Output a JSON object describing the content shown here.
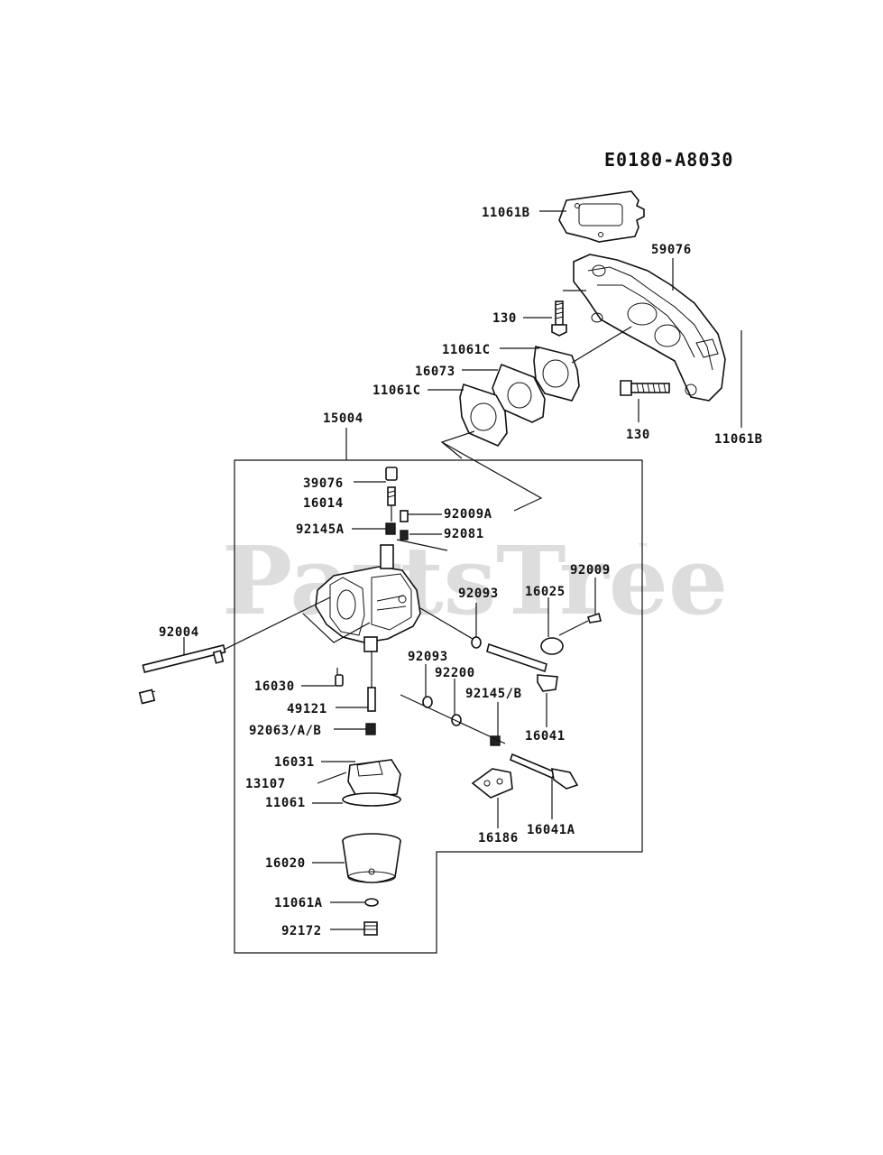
{
  "diagram_code": "E0180-A8030",
  "watermark": {
    "text": "PartsTree",
    "trademark": "™"
  },
  "parts": {
    "p11061B_top": "11061B",
    "p59076": "59076",
    "p130_top": "130",
    "p11061C_a": "11061C",
    "p16073": "16073",
    "p11061C_b": "11061C",
    "p130_bottom": "130",
    "p11061B_right": "11061B",
    "p15004": "15004",
    "p39076": "39076",
    "p16014": "16014",
    "p92009A": "92009A",
    "p92145A": "92145A",
    "p92081": "92081",
    "p92009": "92009",
    "p92093_a": "92093",
    "p16025": "16025",
    "p92004": "92004",
    "p92093_b": "92093",
    "p92200": "92200",
    "p16030": "16030",
    "p92145B": "92145/B",
    "p49121": "49121",
    "p16041": "16041",
    "p92063": "92063/A/B",
    "p16031": "16031",
    "p13107": "13107",
    "p11061": "11061",
    "p16186": "16186",
    "p16041A": "16041A",
    "p16020": "16020",
    "p11061A": "11061A",
    "p92172": "92172"
  }
}
